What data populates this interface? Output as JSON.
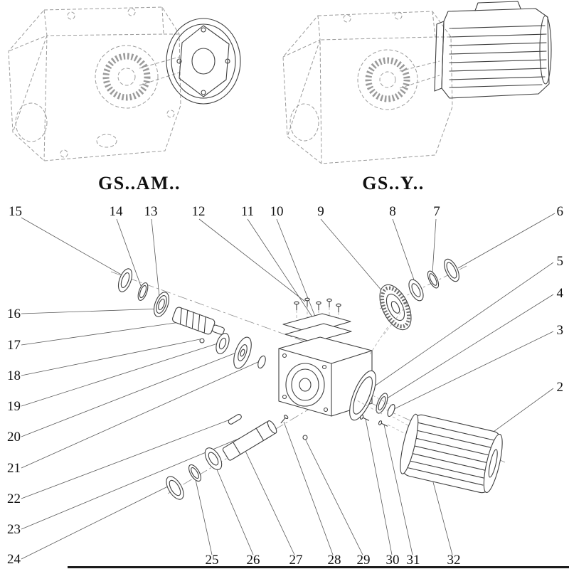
{
  "drawing": {
    "variants": [
      {
        "label": "GS..AM.."
      },
      {
        "label": "GS..Y.."
      }
    ],
    "callouts": {
      "c2": "2",
      "c3": "3",
      "c4": "4",
      "c5": "5",
      "c6": "6",
      "c7": "7",
      "c8": "8",
      "c9": "9",
      "c10": "10",
      "c11": "11",
      "c12": "12",
      "c13": "13",
      "c14": "14",
      "c15": "15",
      "c16": "16",
      "c17": "17",
      "c18": "18",
      "c19": "19",
      "c20": "20",
      "c21": "21",
      "c22": "22",
      "c23": "23",
      "c24": "24",
      "c25": "25",
      "c26": "26",
      "c27": "27",
      "c28": "28",
      "c29": "29",
      "c30": "30",
      "c31": "31",
      "c32": "32"
    },
    "colors": {
      "background": "#ffffff",
      "line": "#3f3f3f",
      "construction": "#9b9b9b",
      "text": "#111111"
    }
  }
}
